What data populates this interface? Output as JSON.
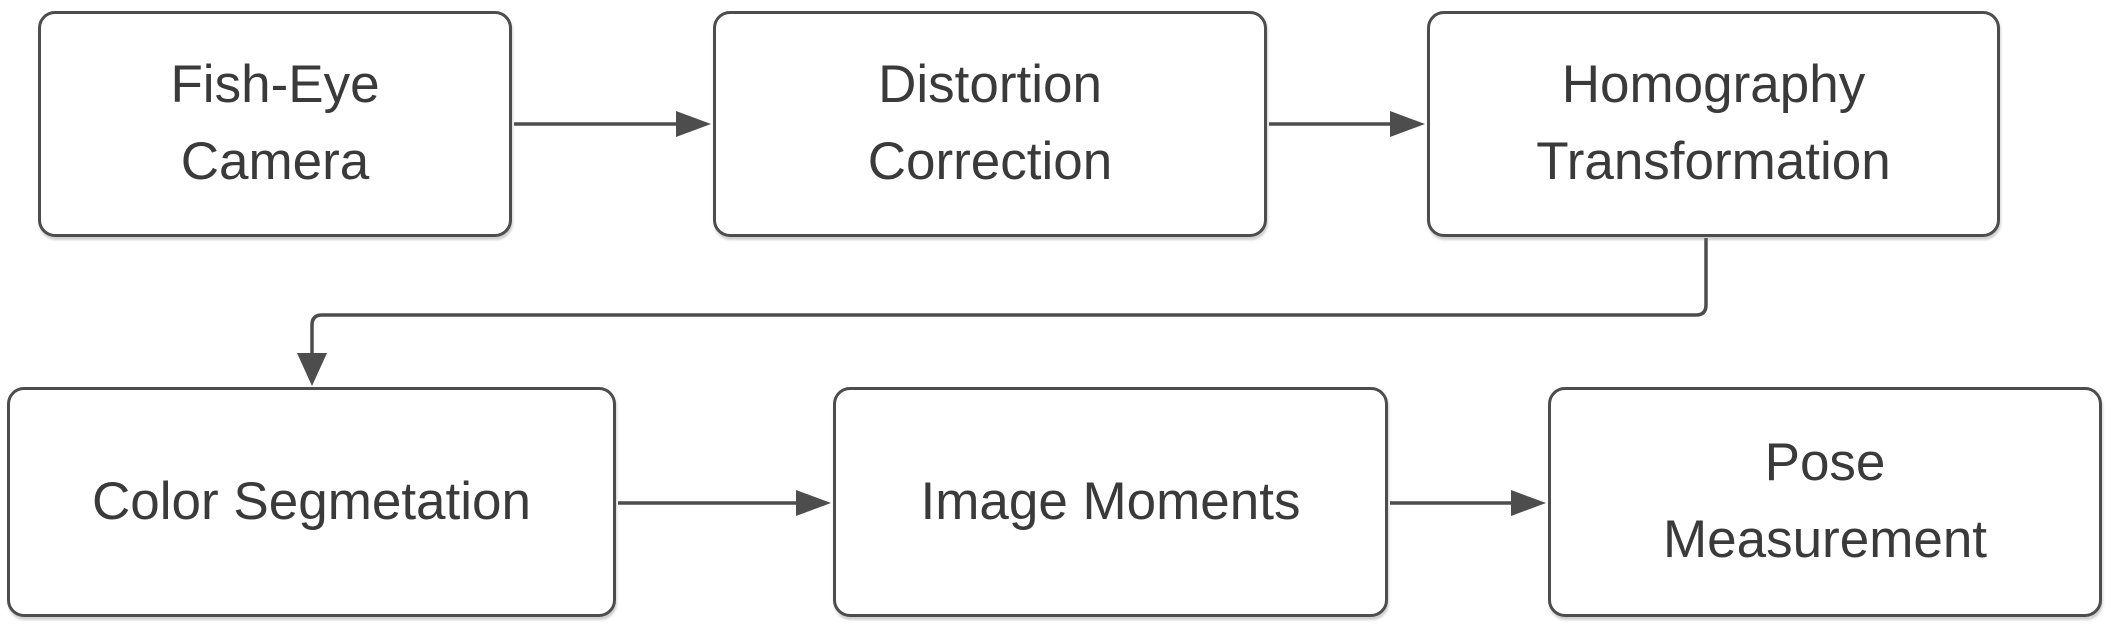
{
  "diagram": {
    "type": "flowchart",
    "title": "",
    "background_color": "#ffffff",
    "node_border_color": "#4d4d4d",
    "node_fill_color": "#ffffff",
    "text_color": "#3a3a3a",
    "arrow_color": "#4d4d4d",
    "nodes": [
      {
        "id": "fish-eye-camera",
        "label": "Fish-Eye Camera",
        "lines": [
          "Fish-Eye",
          "Camera"
        ],
        "row": 1
      },
      {
        "id": "distortion-correction",
        "label": "Distortion Correction",
        "lines": [
          "Distortion",
          "Correction"
        ],
        "row": 1
      },
      {
        "id": "homography-transformation",
        "label": "Homography Transformation",
        "lines": [
          "Homography",
          "Transformation"
        ],
        "row": 1
      },
      {
        "id": "color-segmetation",
        "label": "Color Segmetation",
        "lines": [
          "Color Segmetation"
        ],
        "row": 2
      },
      {
        "id": "image-moments",
        "label": "Image Moments",
        "lines": [
          "Image Moments"
        ],
        "row": 2
      },
      {
        "id": "pose-measurement",
        "label": "Pose Measurement",
        "lines": [
          "Pose",
          "Measurement"
        ],
        "row": 2
      }
    ],
    "edges": [
      {
        "from": "fish-eye-camera",
        "to": "distortion-correction",
        "style": "straight-arrow"
      },
      {
        "from": "distortion-correction",
        "to": "homography-transformation",
        "style": "straight-arrow"
      },
      {
        "from": "homography-transformation",
        "to": "color-segmetation",
        "style": "elbow-arrow"
      },
      {
        "from": "color-segmetation",
        "to": "image-moments",
        "style": "straight-arrow"
      },
      {
        "from": "image-moments",
        "to": "pose-measurement",
        "style": "straight-arrow"
      }
    ]
  }
}
